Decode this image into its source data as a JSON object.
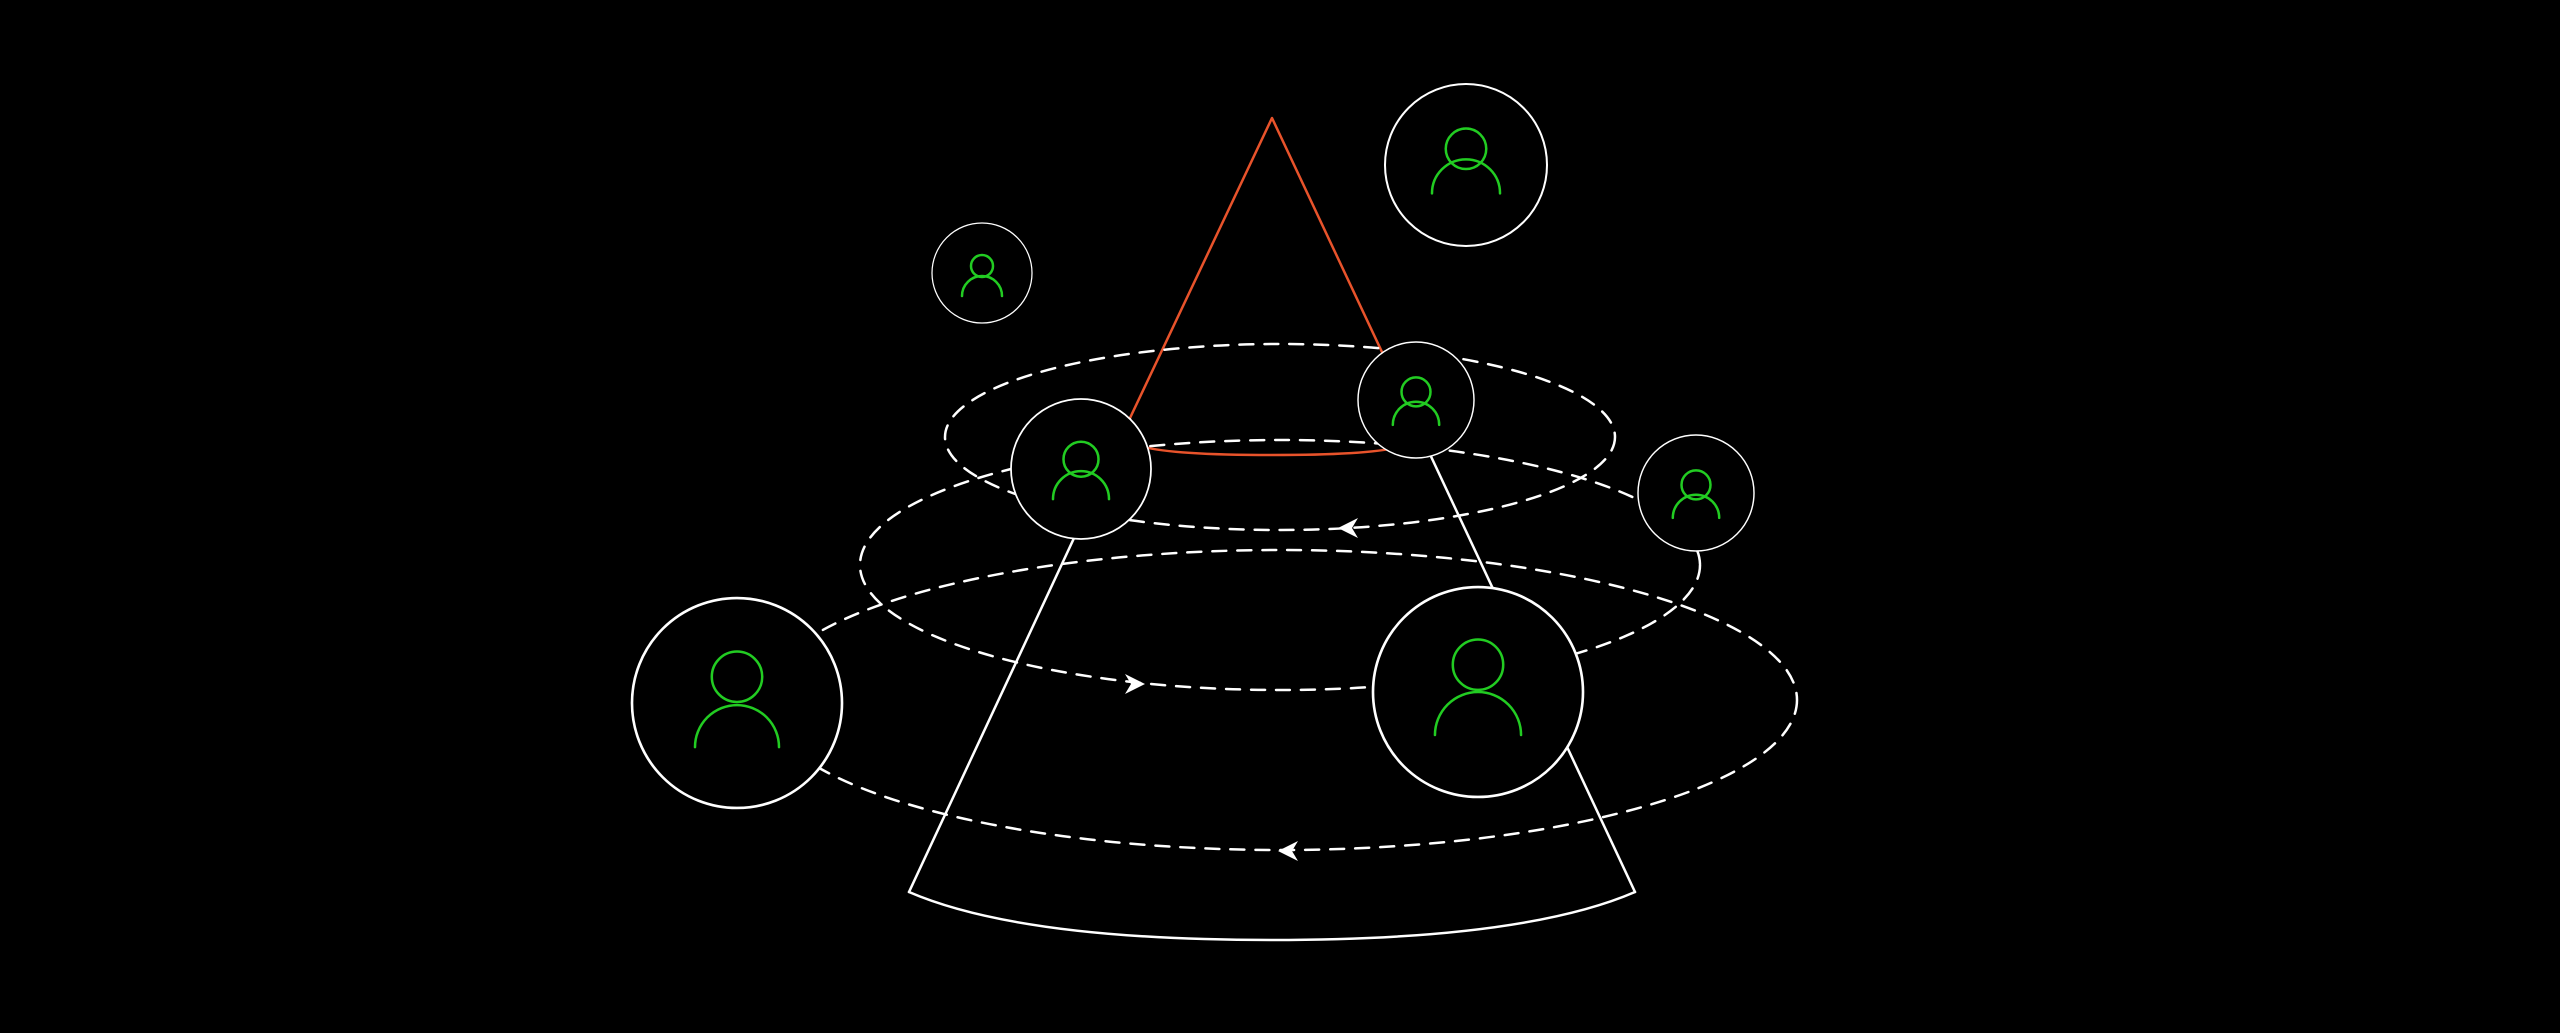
{
  "diagram": {
    "colors": {
      "background": "#000000",
      "outline": "#ffffff",
      "cone_tip": "#e8532b",
      "user_icon": "#22cc22"
    },
    "orbits": [
      {
        "id": "orbit-top",
        "style": "dashed",
        "arrow_direction": "left"
      },
      {
        "id": "orbit-middle",
        "style": "dashed",
        "arrow_direction": "right"
      },
      {
        "id": "orbit-bottom",
        "style": "dashed",
        "arrow_direction": "left"
      }
    ],
    "users": [
      {
        "id": "user-1",
        "icon": "user-icon"
      },
      {
        "id": "user-2",
        "icon": "user-icon"
      },
      {
        "id": "user-3",
        "icon": "user-icon"
      },
      {
        "id": "user-4",
        "icon": "user-icon"
      },
      {
        "id": "user-5",
        "icon": "user-icon"
      },
      {
        "id": "user-6",
        "icon": "user-icon"
      },
      {
        "id": "user-7",
        "icon": "user-icon"
      }
    ]
  }
}
